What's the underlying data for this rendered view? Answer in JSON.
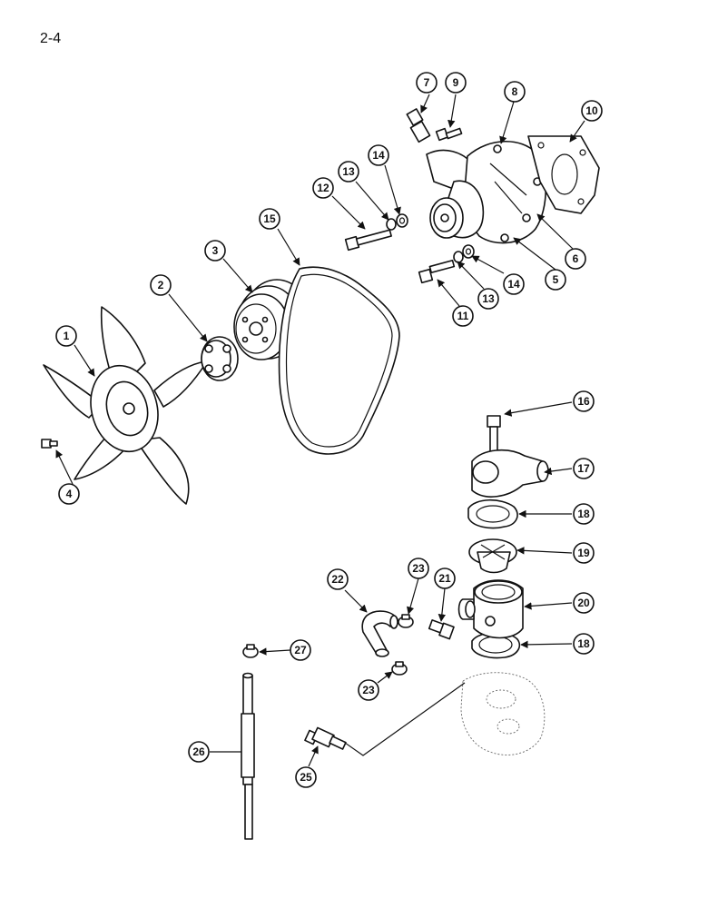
{
  "page_number": "2-4",
  "callouts": {
    "c1": "1",
    "c2": "2",
    "c3": "3",
    "c4": "4",
    "c5": "5",
    "c6": "6",
    "c7": "7",
    "c8": "8",
    "c9": "9",
    "c10": "10",
    "c11": "11",
    "c12": "12",
    "c13a": "13",
    "c13b": "13",
    "c14a": "14",
    "c14b": "14",
    "c15": "15",
    "c16": "16",
    "c17": "17",
    "c18a": "18",
    "c18b": "18",
    "c19": "19",
    "c20": "20",
    "c21": "21",
    "c22": "22",
    "c23a": "23",
    "c23b": "23",
    "c25": "25",
    "c26": "26",
    "c27": "27"
  }
}
